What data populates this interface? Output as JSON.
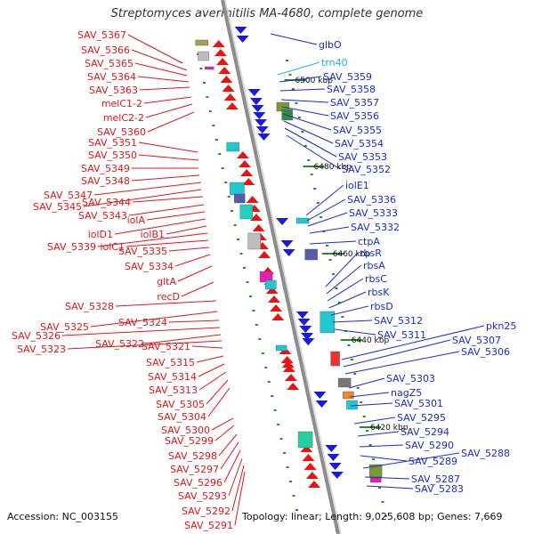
{
  "title": "Streptomyces avermitilis MA-4680, complete genome",
  "footer": {
    "accession": "Accession: NC_003155",
    "stats": "Topology: linear; Length: 9,025,608 bp; Genes: 7,669"
  },
  "colors": {
    "left_label": "#e0161b",
    "right_label": "#1a2bd0",
    "trna_label": "#2ab0d8",
    "forward_gene": "#ee1111",
    "reverse_gene": "#1a1ad8",
    "backbone": "#8c8c8c",
    "tick": "#2a8a2a"
  },
  "kbp_markers": [
    "6500 kbp",
    "6480 kbp",
    "6460 kbp",
    "6440 kbp",
    "6420 kbp"
  ],
  "left_labels": [
    "SAV_5367",
    "SAV_5366",
    "SAV_5365",
    "SAV_5364",
    "SAV_5363",
    "melC1-2",
    "melC2-2",
    "SAV_5360",
    "SAV_5351",
    "SAV_5350",
    "SAV_5349",
    "SAV_5348",
    "SAV_5347",
    "SAV_5345",
    "SAV_5344",
    "SAV_5343",
    "iolA",
    "iolD1",
    "iolB1",
    "SAV_5339",
    "iolC1",
    "SAV_5335",
    "SAV_5334",
    "gltA",
    "recD",
    "SAV_5328",
    "SAV_5325",
    "SAV_5324",
    "SAV_5326",
    "SAV_5322",
    "SAV_5323",
    "SAV_5321",
    "SAV_5315",
    "SAV_5314",
    "SAV_5313",
    "SAV_5305",
    "SAV_5304",
    "SAV_5300",
    "SAV_5299",
    "SAV_5298",
    "SAV_5297",
    "SAV_5296",
    "SAV_5293",
    "SAV_5292",
    "SAV_5291"
  ],
  "right_labels": [
    "glbO",
    "trn40",
    "SAV_5359",
    "SAV_5358",
    "SAV_5357",
    "SAV_5356",
    "SAV_5355",
    "SAV_5354",
    "SAV_5353",
    "SAV_5352",
    "iolE1",
    "SAV_5336",
    "SAV_5333",
    "SAV_5332",
    "ctpA",
    "rbsR",
    "rbsA",
    "rbsC",
    "rbsK",
    "rbsD",
    "SAV_5312",
    "SAV_5311",
    "pkn25",
    "SAV_5307",
    "SAV_5306",
    "SAV_5303",
    "nagZ5",
    "SAV_5301",
    "SAV_5295",
    "SAV_5294",
    "SAV_5290",
    "SAV_5289",
    "SAV_5288",
    "SAV_5287",
    "SAV_5283"
  ]
}
